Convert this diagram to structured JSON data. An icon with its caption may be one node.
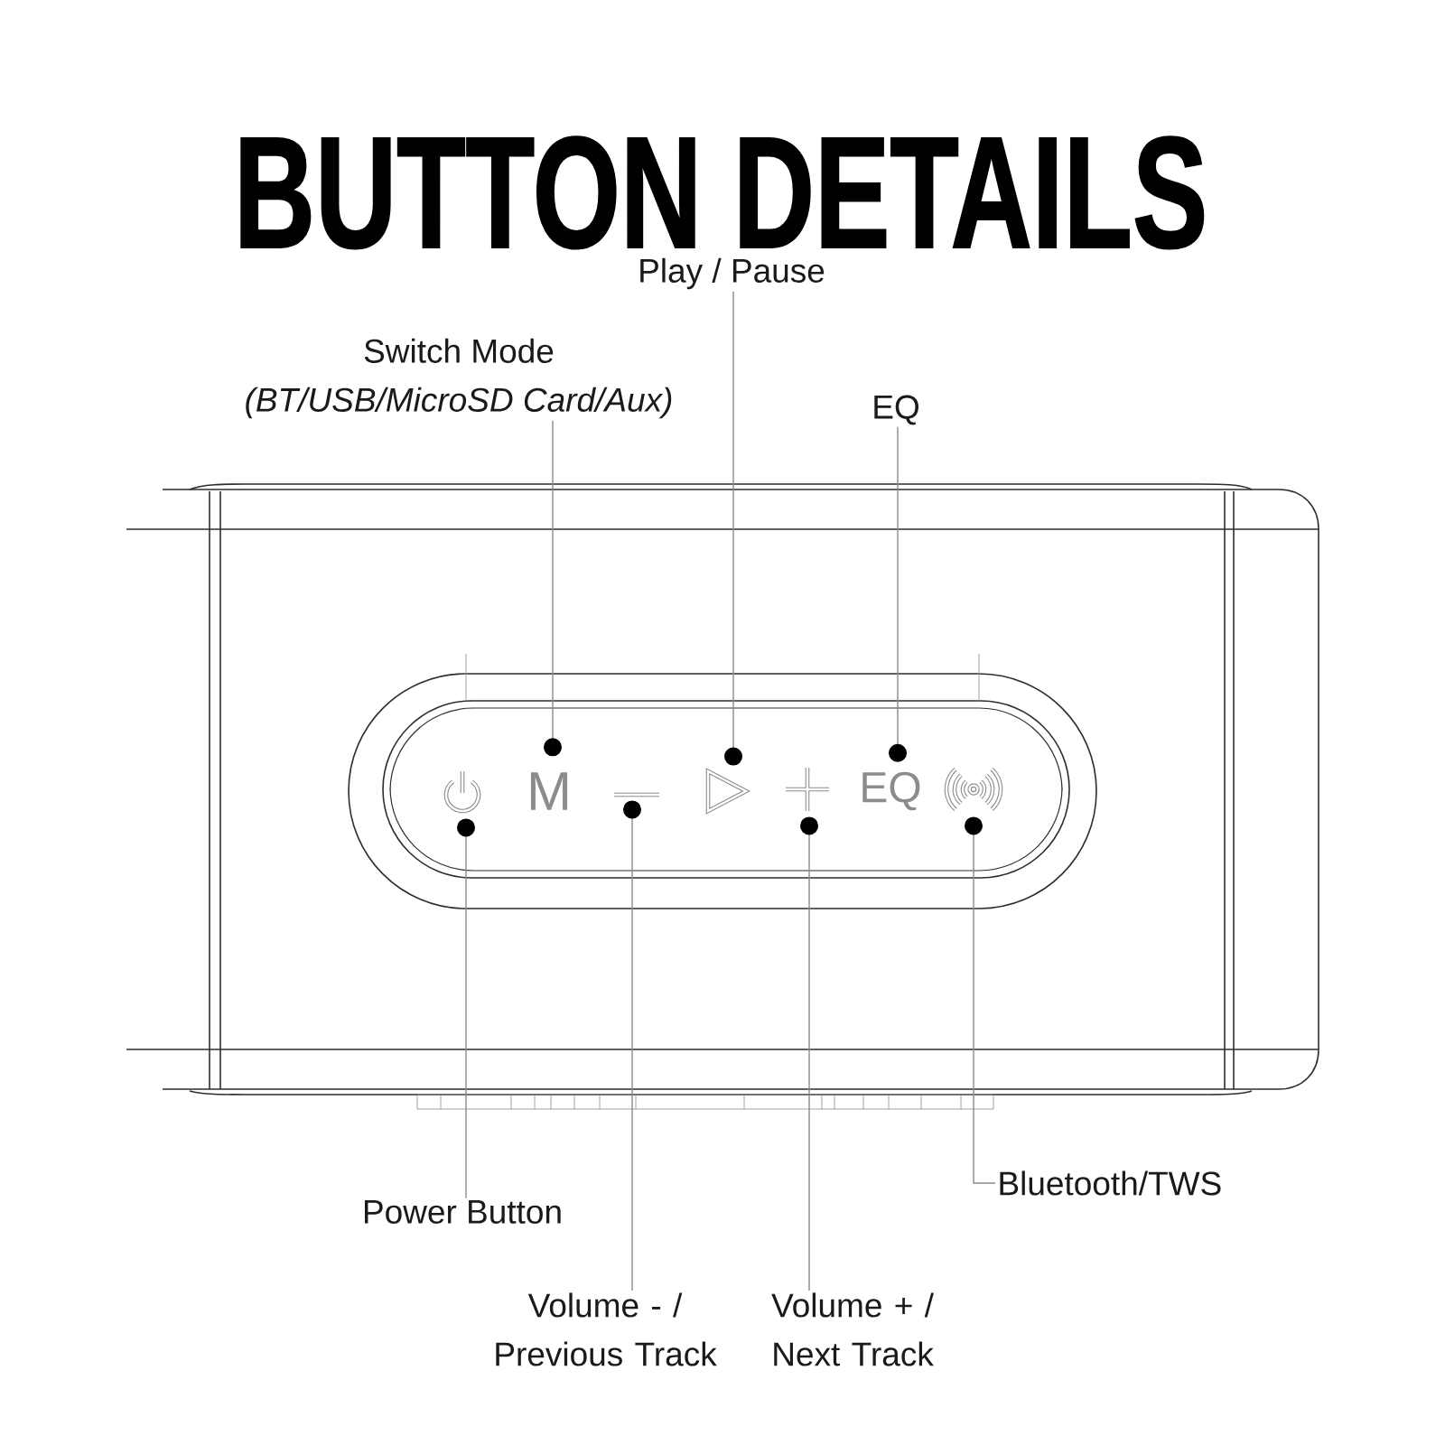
{
  "diagram": {
    "title": "BUTTON DETAILS",
    "nodes": [
      {
        "text": [
          "Play / Pause"
        ]
      },
      {
        "text": [
          "Switch Mode",
          "(BT/USB/MicroSD Card/Aux)"
        ]
      },
      {
        "text": [
          "EQ"
        ]
      },
      {
        "text": [],
        "shape": "picture"
      },
      {
        "text": [
          "M"
        ]
      },
      {
        "text": [],
        "shape": "picture"
      },
      {
        "text": [],
        "shape": "picture"
      },
      {
        "text": [],
        "shape": "picture"
      },
      {
        "text": [
          "EQ"
        ]
      },
      {
        "text": [],
        "shape": "picture"
      },
      {
        "text": [
          "Bluetooth/TWS"
        ]
      },
      {
        "text": [
          "Power Button"
        ]
      },
      {
        "text": [
          "Volume - / Previous Track"
        ]
      },
      {
        "text": [
          "Volume + / Next Track"
        ]
      }
    ],
    "edges": [
      {
        "from": 0,
        "to": 6,
        "arrow": "other"
      },
      {
        "from": 1,
        "to": 4,
        "arrow": "other"
      },
      {
        "from": 2,
        "to": 8,
        "arrow": "other"
      },
      {
        "from": 11,
        "to": 3,
        "arrow": "other"
      },
      {
        "from": 12,
        "to": 5,
        "arrow": "other"
      },
      {
        "from": 13,
        "to": 7,
        "arrow": "other"
      },
      {
        "from": 10,
        "to": 9,
        "arrow": "other"
      }
    ]
  }
}
